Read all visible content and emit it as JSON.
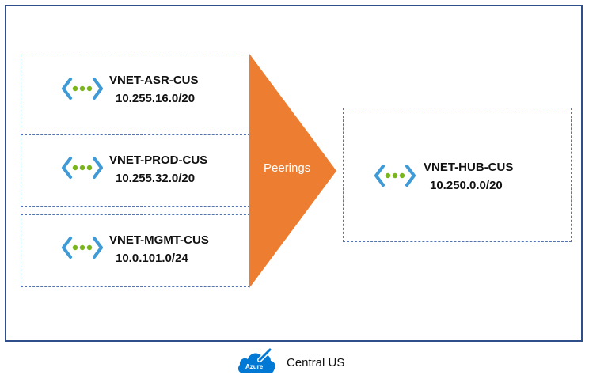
{
  "diagram": {
    "vnets": [
      {
        "name": "VNET-ASR-CUS",
        "cidr": "10.255.16.0/20"
      },
      {
        "name": "VNET-PROD-CUS",
        "cidr": "10.255.32.0/20"
      },
      {
        "name": "VNET-MGMT-CUS",
        "cidr": "10.0.101.0/24"
      }
    ],
    "hub": {
      "name": "VNET-HUB-CUS",
      "cidr": "10.250.0.0/20"
    },
    "connector_label": "Peerings",
    "region": {
      "name": "Central US",
      "logo_text": "Azure"
    },
    "colors": {
      "frame": "#2e4f8a",
      "box_border": "#4f75b5",
      "arrow": "#ed7d31",
      "icon_bracket": "#3f9ad6",
      "icon_dot": "#7ab51d",
      "cloud": "#0078d4"
    },
    "icons": {
      "vnet": "virtual-network-icon",
      "region": "azure-cloud-icon"
    }
  }
}
